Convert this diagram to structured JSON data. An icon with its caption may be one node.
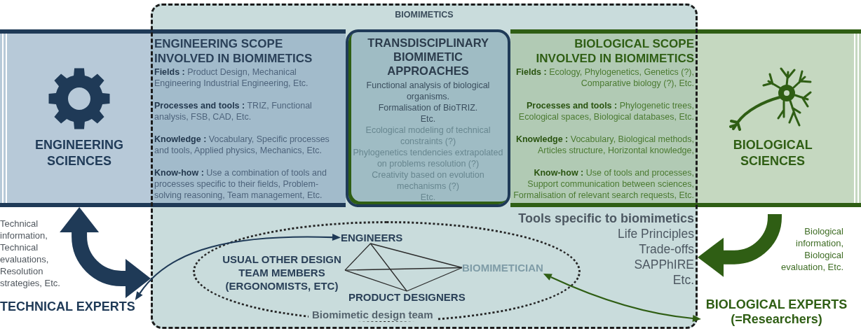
{
  "diagram": {
    "nodes": [
      {
        "text": [
          "BIOMIMETICS"
        ]
      },
      {
        "text": [
          "ENGINEERING SCIENCES"
        ]
      },
      {
        "text": [
          "ENGINEERING SCOPE INVOLVED IN BIOMIMETICS",
          "**Fields :** Product Design, Mechanical Engineering Industrial Engineering, Etc.",
          "**Processes and tools :** TRIZ, Functional analysis, FSB, CAD, Etc.",
          "**Knowledge :** Vocabulary, Specific processes and tools, Applied physics, Mechanics, Etc.",
          "**Know-how :** Use a combination of tools and processes specific to their fields, Problem-solving reasoning, Team management, Etc."
        ],
        "in": 0
      },
      {
        "text": [
          "TRANSDISCIPLINARY BIOMIMETIC APPROACHES",
          "Functional analysis of biological organisms.",
          "Formalisation of BioTRIZ.",
          "Etc.",
          "Ecological modeling of technical constraints (?)",
          "Phylogenetics tendencies extrapolated on problems resolution (?)",
          "Creativity based on evolution mechanisms (?)",
          "Etc."
        ],
        "in": 0
      },
      {
        "text": [
          "BIOLOGICAL SCOPE INVOLVED IN BIOMIMETICS",
          "**Fields :** Ecology, Phylogenetics, Genetics (?), Comparative biology (?), Etc.",
          "**Processes and tools :** Phylogenetic trees, Ecological spaces, Biological databases, Etc.",
          "**Knowledge :** Vocabulary, Biological methods, Articles structure, Horizontal knowledge,",
          "**Know-how :** Use of tools and processes, Support communication between sciences, Formalisation of relevant search requests, Etc."
        ],
        "in": 0
      },
      {
        "text": [
          "BIOLOGICAL SCIENCES"
        ]
      },
      {
        "text": [
          "Biomimetic design team"
        ],
        "in": 0
      },
      {
        "text": [
          "ENGINEERS"
        ],
        "in": 6
      },
      {
        "text": [
          "USUAL OTHER DESIGN TEAM MEMBERS (ERGONOMISTS, ETC)"
        ],
        "in": 6
      },
      {
        "text": [
          "PRODUCT DESIGNERS"
        ],
        "in": 6
      },
      {
        "text": [
          "BIOMIMETICIAN"
        ],
        "in": 6
      },
      {
        "text": [
          "TECHNICAL EXPERTS"
        ]
      },
      {
        "text": [
          "BIOLOGICAL EXPERTS (=Researchers)"
        ]
      }
    ],
    "edges": [
      {
        "from": 1,
        "to": 0,
        "arrow": "both",
        "style": "thick",
        "color": "#1f3a57",
        "label": "Technical information, Technical evaluations, Resolution strategies, Etc."
      },
      {
        "from": 5,
        "to": 0,
        "arrow": "to",
        "style": "thick",
        "color": "#2f5e14",
        "label": "Biological information, Biological evaluation, Etc."
      },
      {
        "from": 11,
        "to": 7,
        "arrow": "both",
        "color": "#1f3a57"
      },
      {
        "from": 10,
        "to": 12,
        "arrow": "both",
        "color": "#2f5e14"
      },
      {
        "from": 7,
        "to": 8,
        "arrow": "none"
      },
      {
        "from": 7,
        "to": 9,
        "arrow": "none"
      },
      {
        "from": 7,
        "to": 10,
        "arrow": "none"
      },
      {
        "from": 8,
        "to": 9,
        "arrow": "none"
      },
      {
        "from": 8,
        "to": 10,
        "arrow": "none"
      },
      {
        "from": 9,
        "to": 10,
        "arrow": "none"
      }
    ],
    "labels": [
      "Tools specific to biomimetics",
      "Life Principles",
      "Trade-offs",
      "SAPPhIRE",
      "Etc."
    ]
  }
}
